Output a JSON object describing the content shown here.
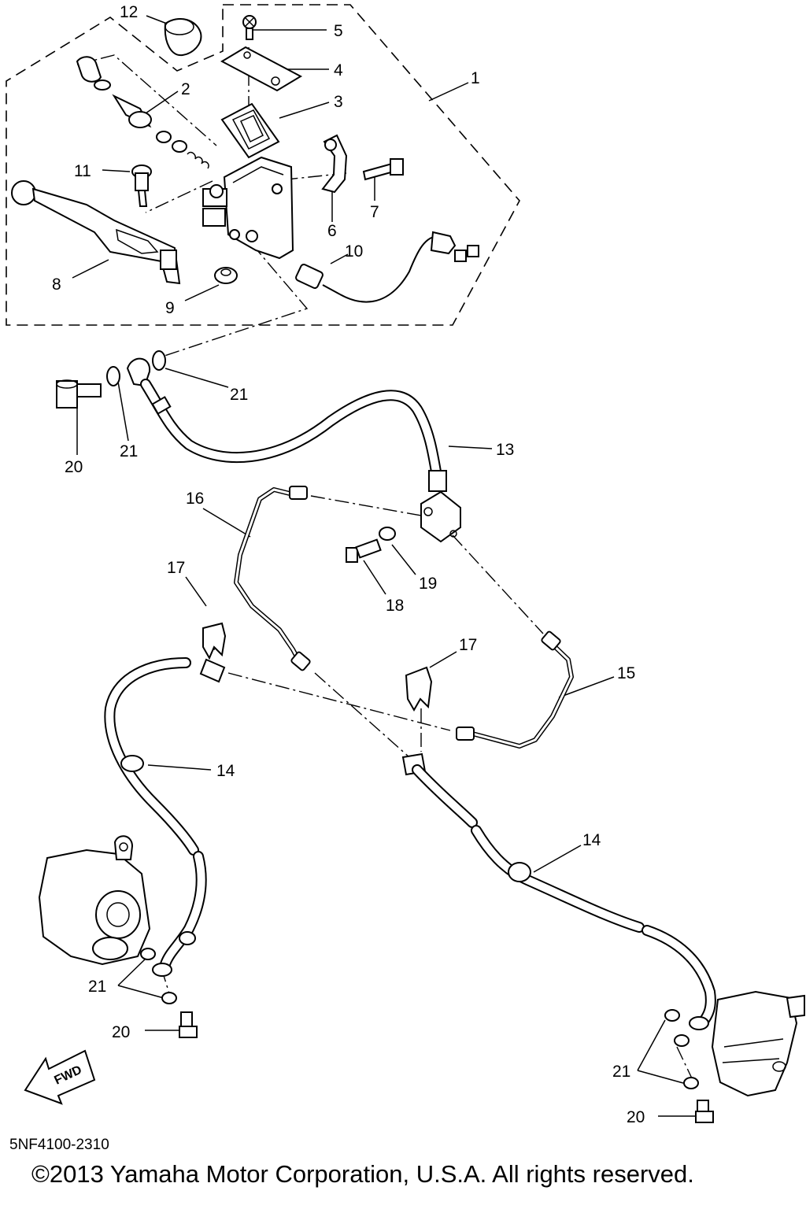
{
  "parts": [
    {
      "id": "1",
      "label": "1"
    },
    {
      "id": "2",
      "label": "2"
    },
    {
      "id": "3",
      "label": "3"
    },
    {
      "id": "4",
      "label": "4"
    },
    {
      "id": "5",
      "label": "5"
    },
    {
      "id": "6",
      "label": "6"
    },
    {
      "id": "7",
      "label": "7"
    },
    {
      "id": "8",
      "label": "8"
    },
    {
      "id": "9",
      "label": "9"
    },
    {
      "id": "10",
      "label": "10"
    },
    {
      "id": "11",
      "label": "11"
    },
    {
      "id": "12",
      "label": "12"
    },
    {
      "id": "13",
      "label": "13"
    },
    {
      "id": "14a",
      "label": "14"
    },
    {
      "id": "14b",
      "label": "14"
    },
    {
      "id": "15",
      "label": "15"
    },
    {
      "id": "16",
      "label": "16"
    },
    {
      "id": "17a",
      "label": "17"
    },
    {
      "id": "17b",
      "label": "17"
    },
    {
      "id": "18",
      "label": "18"
    },
    {
      "id": "19",
      "label": "19"
    },
    {
      "id": "20a",
      "label": "20"
    },
    {
      "id": "20b",
      "label": "20"
    },
    {
      "id": "20c",
      "label": "20"
    },
    {
      "id": "21a",
      "label": "21"
    },
    {
      "id": "21b",
      "label": "21"
    },
    {
      "id": "21c",
      "label": "21"
    },
    {
      "id": "21d",
      "label": "21"
    }
  ],
  "fwd_label": "FWD",
  "drawing_number": "5NF4100-2310",
  "copyright": "©2013 Yamaha Motor Corporation, U.S.A. All rights reserved."
}
